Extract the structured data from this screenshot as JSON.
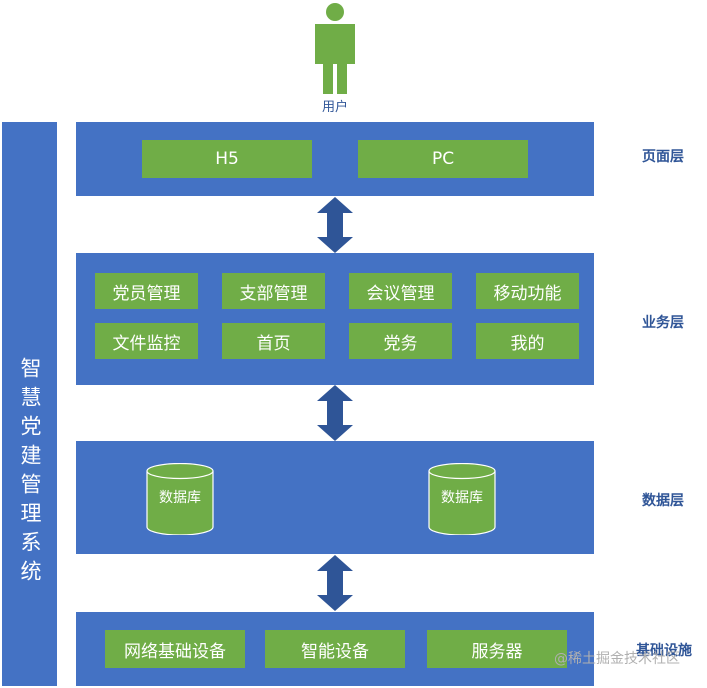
{
  "user": {
    "label": "用户"
  },
  "system": {
    "title": "智慧党建管理系统"
  },
  "layers": {
    "page": {
      "label": "页面层",
      "items": [
        "H5",
        "PC"
      ]
    },
    "business": {
      "label": "业务层",
      "items": [
        "党员管理",
        "支部管理",
        "会议管理",
        "移动功能",
        "文件监控",
        "首页",
        "党务",
        "我的"
      ]
    },
    "data": {
      "label": "数据层",
      "items": [
        "数据库",
        "数据库"
      ]
    },
    "infra": {
      "label": "基础设施",
      "items": [
        "网络基础设备",
        "智能设备",
        "服务器"
      ]
    }
  },
  "watermark": "@稀土掘金技术社区",
  "colors": {
    "layer": "#4472c4",
    "box": "#70ad47",
    "label": "#2f5597"
  },
  "icons": [
    "user-icon",
    "bidirectional-arrow-icon",
    "database-icon"
  ]
}
